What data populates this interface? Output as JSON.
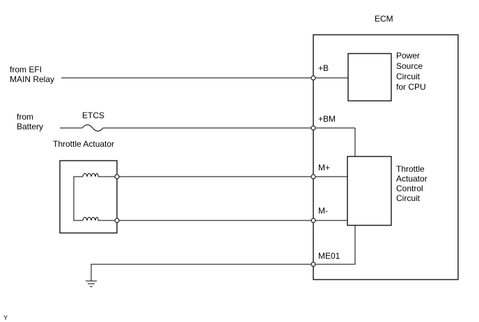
{
  "ecm": {
    "label": "ECM"
  },
  "sources": {
    "efi_relay": [
      "from EFI",
      "MAIN Relay"
    ],
    "battery": [
      "from",
      "Battery"
    ]
  },
  "fuse": {
    "label": "ETCS"
  },
  "actuator": {
    "label": "Throttle Actuator"
  },
  "terminals": {
    "b": "+B",
    "bm": "+BM",
    "m_plus": "M+",
    "m_minus": "M-",
    "me01": "ME01"
  },
  "power_circuit": {
    "lines": [
      "Power",
      "Source",
      "Circuit",
      "for CPU"
    ]
  },
  "control_circuit": {
    "lines": [
      "Throttle",
      "Actuator",
      "Control",
      "Circuit"
    ]
  },
  "corner_mark": "Y"
}
